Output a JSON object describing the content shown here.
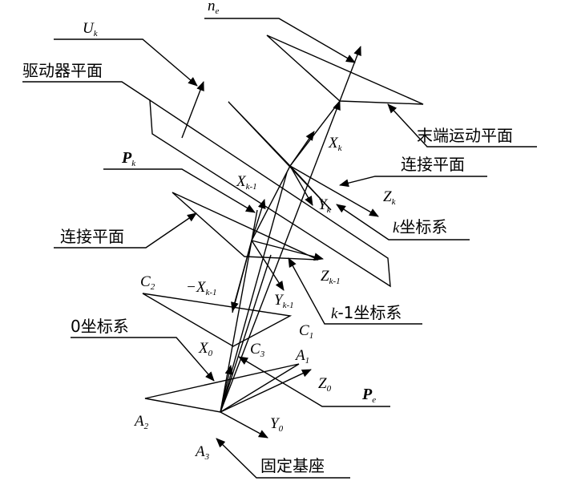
{
  "labels": {
    "ne": {
      "main": "n",
      "sub": "e"
    },
    "uk": {
      "main": "U",
      "sub": "k"
    },
    "drive_plane": "驱动器平面",
    "pk": {
      "main": "P",
      "sub": "k"
    },
    "end_plane": "末端运动平面",
    "conn_plane_upper": "连接平面",
    "conn_plane_left": "连接平面",
    "xk": {
      "main": "X",
      "sub": "k"
    },
    "yk": {
      "main": "Y",
      "sub": "k"
    },
    "zk": {
      "main": "Z",
      "sub": "k"
    },
    "k_frame": {
      "var": "k",
      "text": "坐标系"
    },
    "xk1": {
      "main": "X",
      "sub": "k-1"
    },
    "neg_xk1": {
      "main": "−X",
      "sub": "k-1"
    },
    "zk1": {
      "main": "Z",
      "sub": "k-1"
    },
    "yk1": {
      "main": "Y",
      "sub": "k-1"
    },
    "k1_frame": {
      "var": "k",
      "text": "-1坐标系"
    },
    "c2": {
      "main": "C",
      "sub": "2"
    },
    "c1": {
      "main": "C",
      "sub": "1"
    },
    "c3": {
      "main": "C",
      "sub": "3"
    },
    "frame0": "0坐标系",
    "x0": {
      "main": "X",
      "sub": "0"
    },
    "a1": {
      "main": "A",
      "sub": "1"
    },
    "z0": {
      "main": "Z",
      "sub": "0"
    },
    "pe": {
      "main": "P",
      "sub": "e"
    },
    "a2": {
      "main": "A",
      "sub": "2"
    },
    "a3": {
      "main": "A",
      "sub": "3"
    },
    "y0": {
      "main": "Y",
      "sub": "0"
    },
    "base": "固定基座"
  }
}
